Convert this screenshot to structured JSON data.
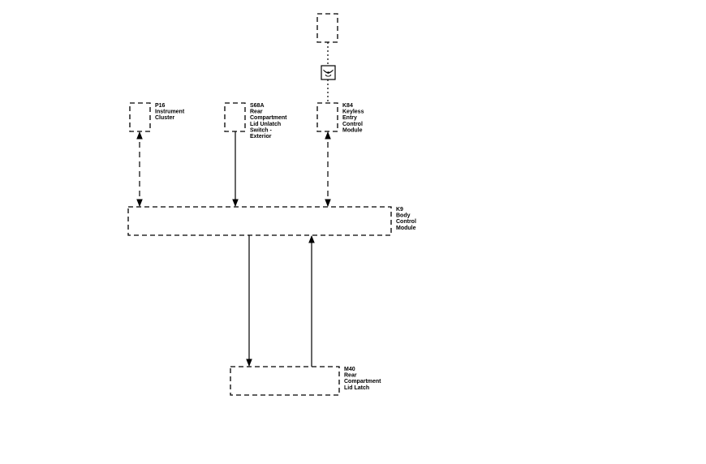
{
  "components": {
    "p16": {
      "lines": [
        "P16",
        "Instrument",
        "Cluster"
      ]
    },
    "s68a": {
      "lines": [
        "S68A",
        "Rear",
        "Compartment",
        "Lid Unlatch",
        "Switch -",
        "Exterior"
      ]
    },
    "k84": {
      "lines": [
        "K84",
        "Keyless",
        "Entry",
        "Control",
        "Module"
      ]
    },
    "k9": {
      "lines": [
        "K9",
        "Body",
        "Control",
        "Module"
      ]
    },
    "m40": {
      "lines": [
        "M40",
        "Rear",
        "Compartment",
        "Lid Latch"
      ]
    }
  },
  "icons": {
    "antenna": "antenna-icon"
  }
}
